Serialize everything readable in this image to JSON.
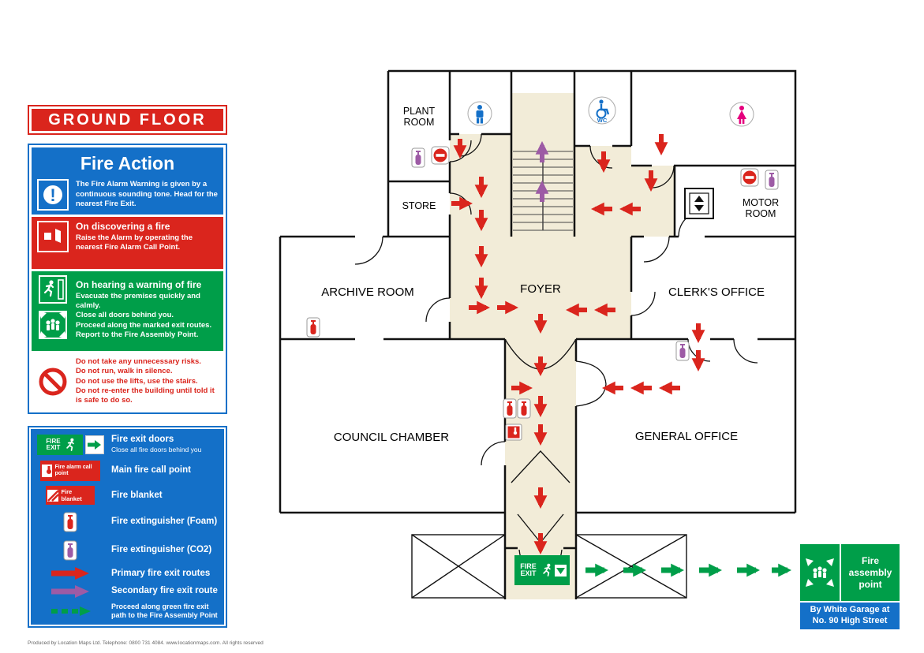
{
  "colors": {
    "red": "#da251d",
    "blue": "#1470c8",
    "green": "#009e49",
    "purple": "#9d5ba5",
    "route_beige": "#f2ecd8",
    "female_pink": "#e5007d"
  },
  "title": "GROUND FLOOR",
  "fire_action": {
    "title": "Fire Action",
    "alarm_text": "The Fire Alarm Warning is given by a continuous sounding tone. Head for the nearest Fire Exit.",
    "discover_heading": "On discovering a fire",
    "discover_text": "Raise the Alarm by operating the nearest Fire Alarm Call Point.",
    "hearing_heading": "On hearing a warning of fire",
    "hearing_lines": [
      "Evacuate the premises quickly and calmly.",
      "Close all doors behind you.",
      "Proceed along the marked exit routes.",
      "Report to the Fire Assembly Point."
    ],
    "dont_lines": [
      "Do not take any unnecessary risks.",
      "Do not run, walk in silence.",
      "Do not use the lifts, use the stairs.",
      "Do not re-enter the building until told it is safe to do so."
    ]
  },
  "legend": {
    "fire_exit_sign": "FIRE EXIT",
    "call_point_sign": "Fire alarm call point",
    "blanket_sign": "Fire blanket",
    "items": [
      {
        "label": "Fire exit doors",
        "sub": "Close all fire doors behind you"
      },
      {
        "label": "Main fire call point"
      },
      {
        "label": "Fire blanket"
      },
      {
        "label": "Fire extinguisher (Foam)"
      },
      {
        "label": "Fire extinguisher (CO2)"
      },
      {
        "label": "Primary fire exit routes"
      },
      {
        "label": "Secondary fire exit route"
      },
      {
        "label": "Proceed along green fire exit path to the Fire Assembly Point"
      }
    ]
  },
  "rooms": {
    "plant": "PLANT ROOM",
    "store": "STORE",
    "motor": "MOTOR ROOM",
    "archive": "ARCHIVE ROOM",
    "foyer": "FOYER",
    "clerks": "CLERK'S OFFICE",
    "council": "COUNCIL CHAMBER",
    "general": "GENERAL OFFICE"
  },
  "signs": {
    "fire_exit": "FIRE EXIT",
    "assembly": "Fire assembly point",
    "assembly_location": "By White Garage at No. 90 High Street",
    "wc": "WC"
  },
  "footer": "Produced by Location Maps Ltd. Telephone: 0800 731 4084. www.locationmaps.com. All rights reserved"
}
